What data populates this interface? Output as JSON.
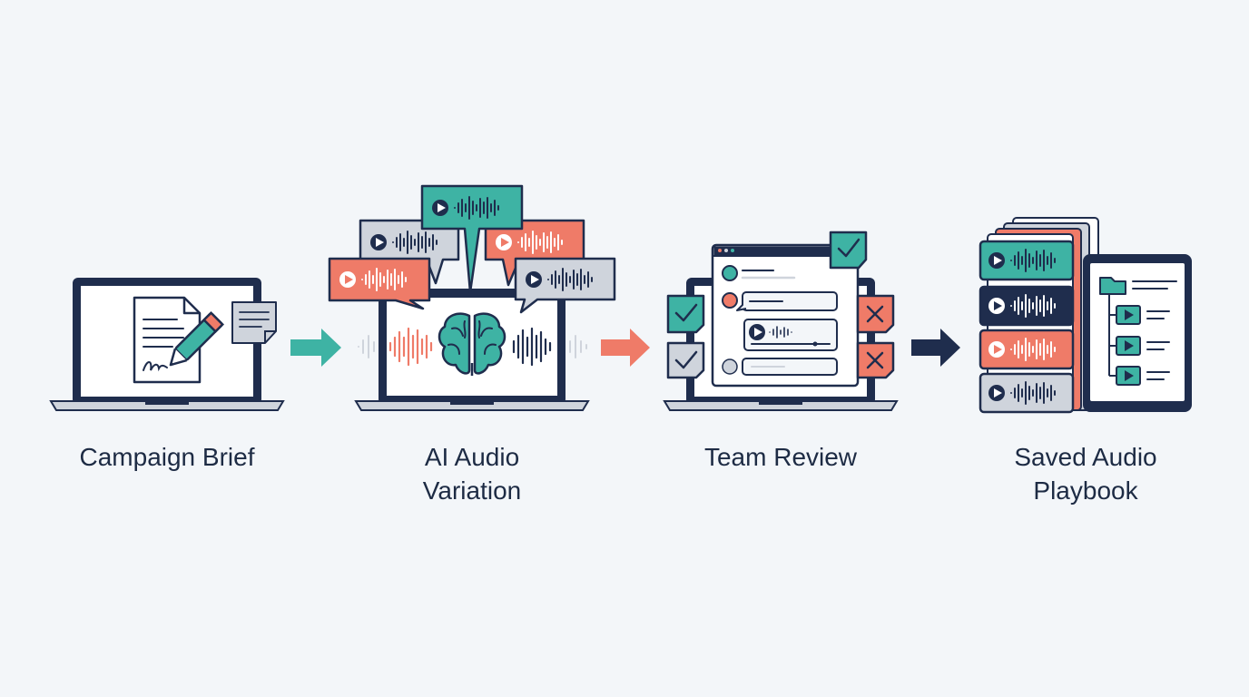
{
  "steps": [
    {
      "id": "campaign-brief",
      "label_lines": [
        "Campaign Brief"
      ]
    },
    {
      "id": "ai-audio-variation",
      "label_lines": [
        "AI Audio",
        "Variation"
      ]
    },
    {
      "id": "team-review",
      "label_lines": [
        "Team Review"
      ]
    },
    {
      "id": "saved-audio-playbook",
      "label_lines": [
        "Saved Audio",
        "Playbook"
      ]
    }
  ],
  "icons": {
    "step1": [
      "laptop-icon",
      "document-icon",
      "pencil-icon",
      "sticky-note-icon"
    ],
    "step2": [
      "laptop-icon",
      "brain-icon",
      "waveform-icon",
      "audio-bubble-icon"
    ],
    "step3": [
      "laptop-icon",
      "browser-window-icon",
      "approve-check-icon",
      "reject-x-icon"
    ],
    "step4": [
      "audio-card-stack-icon",
      "tablet-icon",
      "folder-tree-icon"
    ]
  },
  "colors": {
    "navy": "#1f2d4d",
    "teal": "#3eb3a4",
    "coral": "#ef7b68",
    "gray": "#cfd4dc",
    "background": "#f3f6f9"
  }
}
